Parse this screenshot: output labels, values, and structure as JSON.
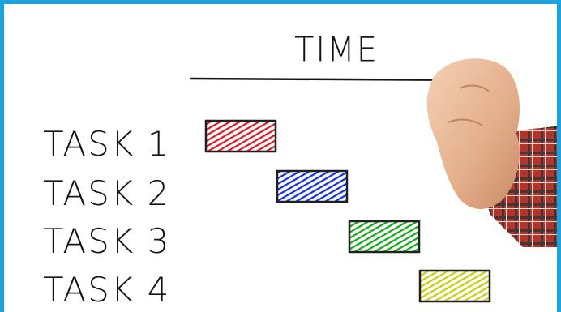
{
  "diagram": {
    "axis_label": "TIME",
    "tasks": [
      {
        "label": "TASK 1",
        "color": "#d81f26"
      },
      {
        "label": "TASK 2",
        "color": "#1432d8"
      },
      {
        "label": "TASK 3",
        "color": "#19a71c"
      },
      {
        "label": "TASK 4",
        "color": "#c9cc10"
      }
    ],
    "frame_color": "#1aa3e0"
  }
}
